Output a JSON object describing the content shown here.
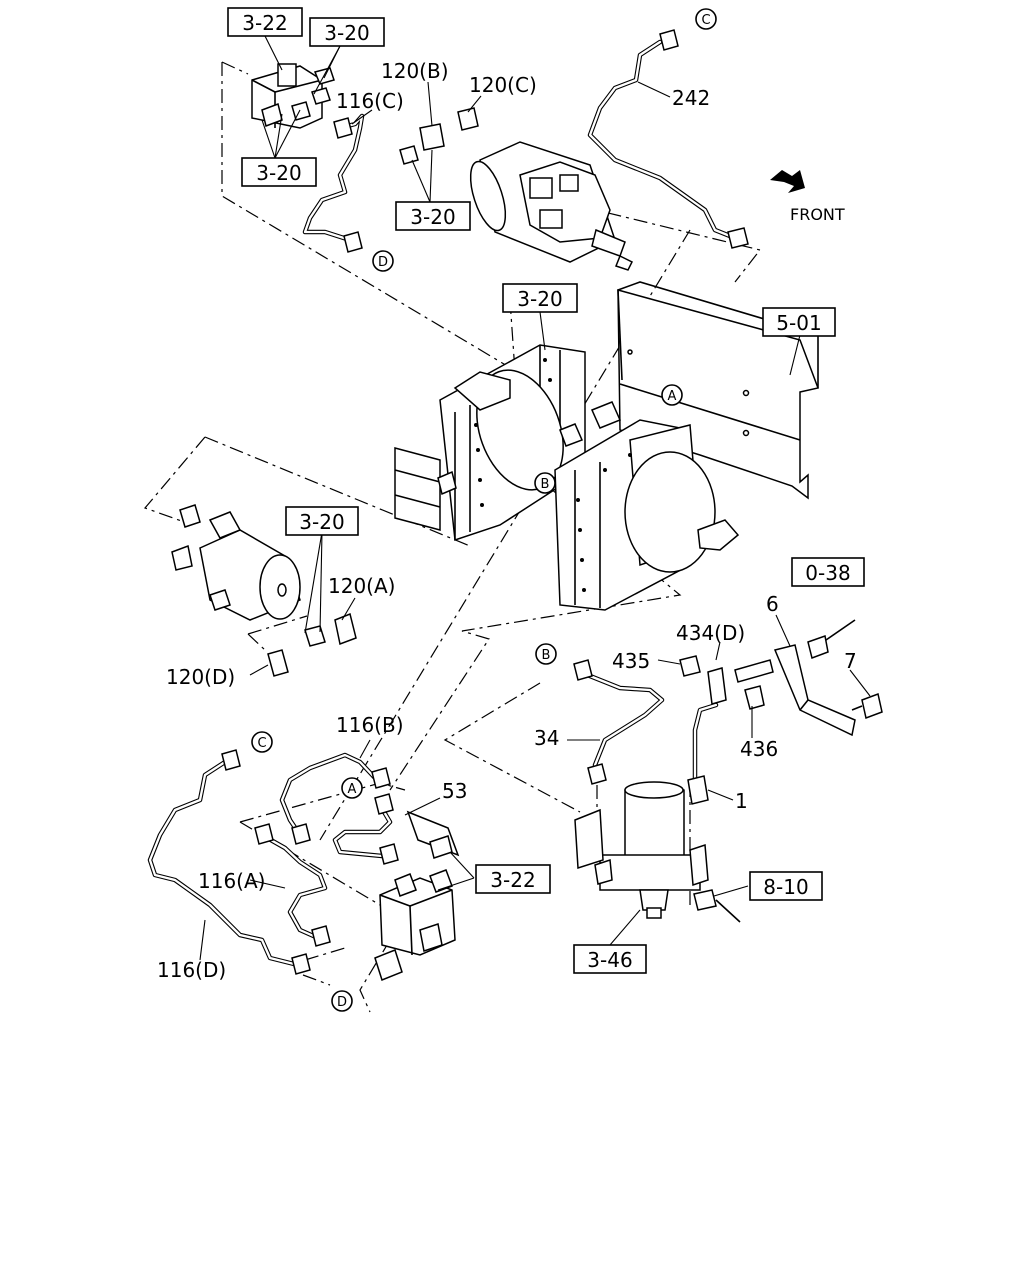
{
  "direction_label": "FRONT",
  "refs": {
    "r_3_22_top": "3-22",
    "r_3_20_a": "3-20",
    "r_3_20_b": "3-20",
    "r_3_20_c": "3-20",
    "r_3_20_d": "3-20",
    "r_3_20_e": "3-20",
    "r_5_01": "5-01",
    "r_0_38": "0-38",
    "r_3_22_bottom": "3-22",
    "r_8_10": "8-10",
    "r_3_46": "3-46"
  },
  "parts": {
    "p116c": "116(C)",
    "p120b": "120(B)",
    "p120c": "120(C)",
    "p242": "242",
    "p120a": "120(A)",
    "p120d": "120(D)",
    "p434d": "434(D)",
    "p435": "435",
    "p6": "6",
    "p7": "7",
    "p436": "436",
    "p34": "34",
    "p1": "1",
    "p116b": "116(B)",
    "p53": "53",
    "p116a": "116(A)",
    "p116d": "116(D)"
  },
  "connectors": {
    "c_top_C": "C",
    "c_top_D": "D",
    "c_mid_A": "A",
    "c_mid_B": "B",
    "c_low_B": "B",
    "c_low_C": "C",
    "c_low_A": "A",
    "c_low_D": "D"
  }
}
